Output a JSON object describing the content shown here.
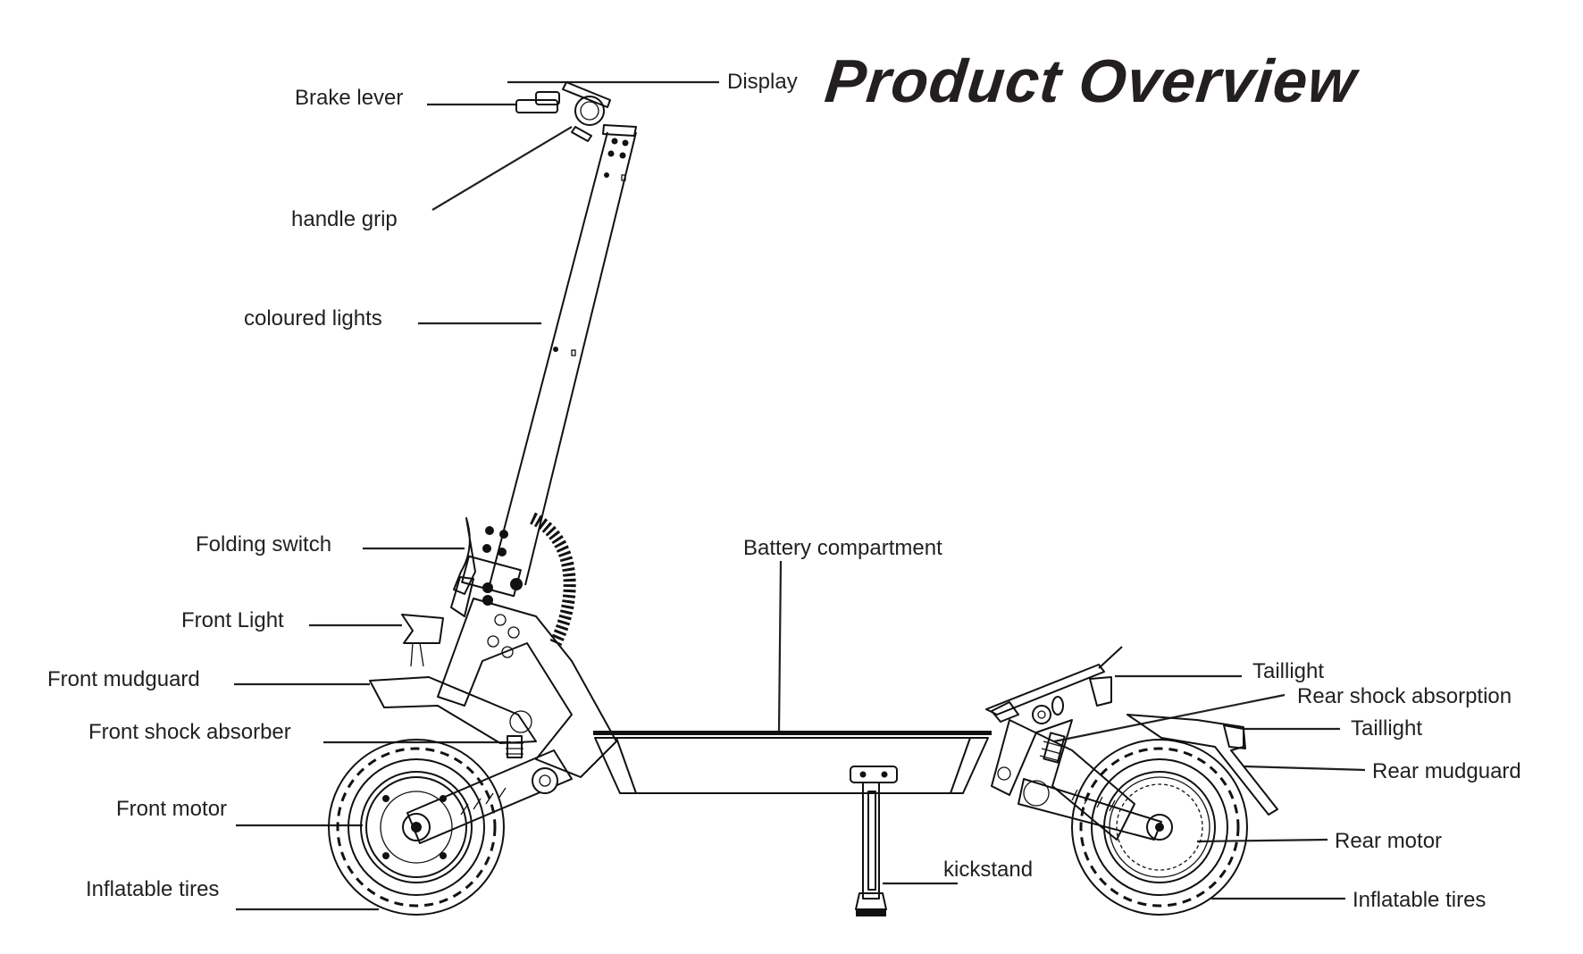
{
  "title": "Product Overview",
  "labels": {
    "display": "Display",
    "brake_lever": "Brake lever",
    "handle_grip": "handle grip",
    "coloured_lights": "coloured lights",
    "folding_switch": "Folding switch",
    "front_light": "Front Light",
    "front_mudguard": "Front mudguard",
    "front_shock_absorber": "Front shock absorber",
    "front_motor": "Front motor",
    "front_inflatable_tires": "Inflatable tires",
    "battery_compartment": "Battery compartment",
    "kickstand": "kickstand",
    "taillight_upper": "Taillight",
    "rear_shock_absorption": "Rear shock absorption",
    "taillight_lower": "Taillight",
    "rear_mudguard": "Rear mudguard",
    "rear_motor": "Rear motor",
    "rear_inflatable_tires": "Inflatable tires"
  },
  "colors": {
    "ink": "#231f20",
    "background": "#ffffff"
  }
}
